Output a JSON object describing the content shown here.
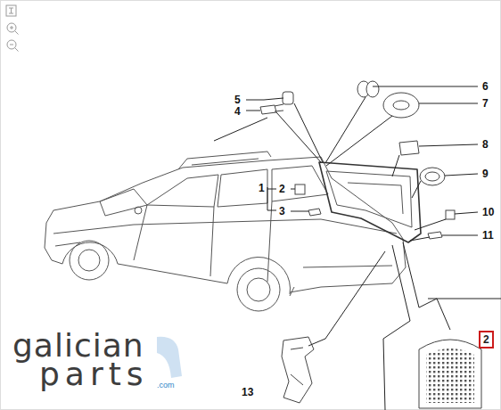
{
  "diagram": {
    "nodes": [
      {
        "text": [
          "2"
        ]
      }
    ],
    "labels": [
      "5",
      "6",
      "4",
      "7",
      "8",
      "1",
      "2",
      "3",
      "9",
      "10",
      "11",
      "13",
      "galician",
      "parts",
      ".com"
    ]
  }
}
